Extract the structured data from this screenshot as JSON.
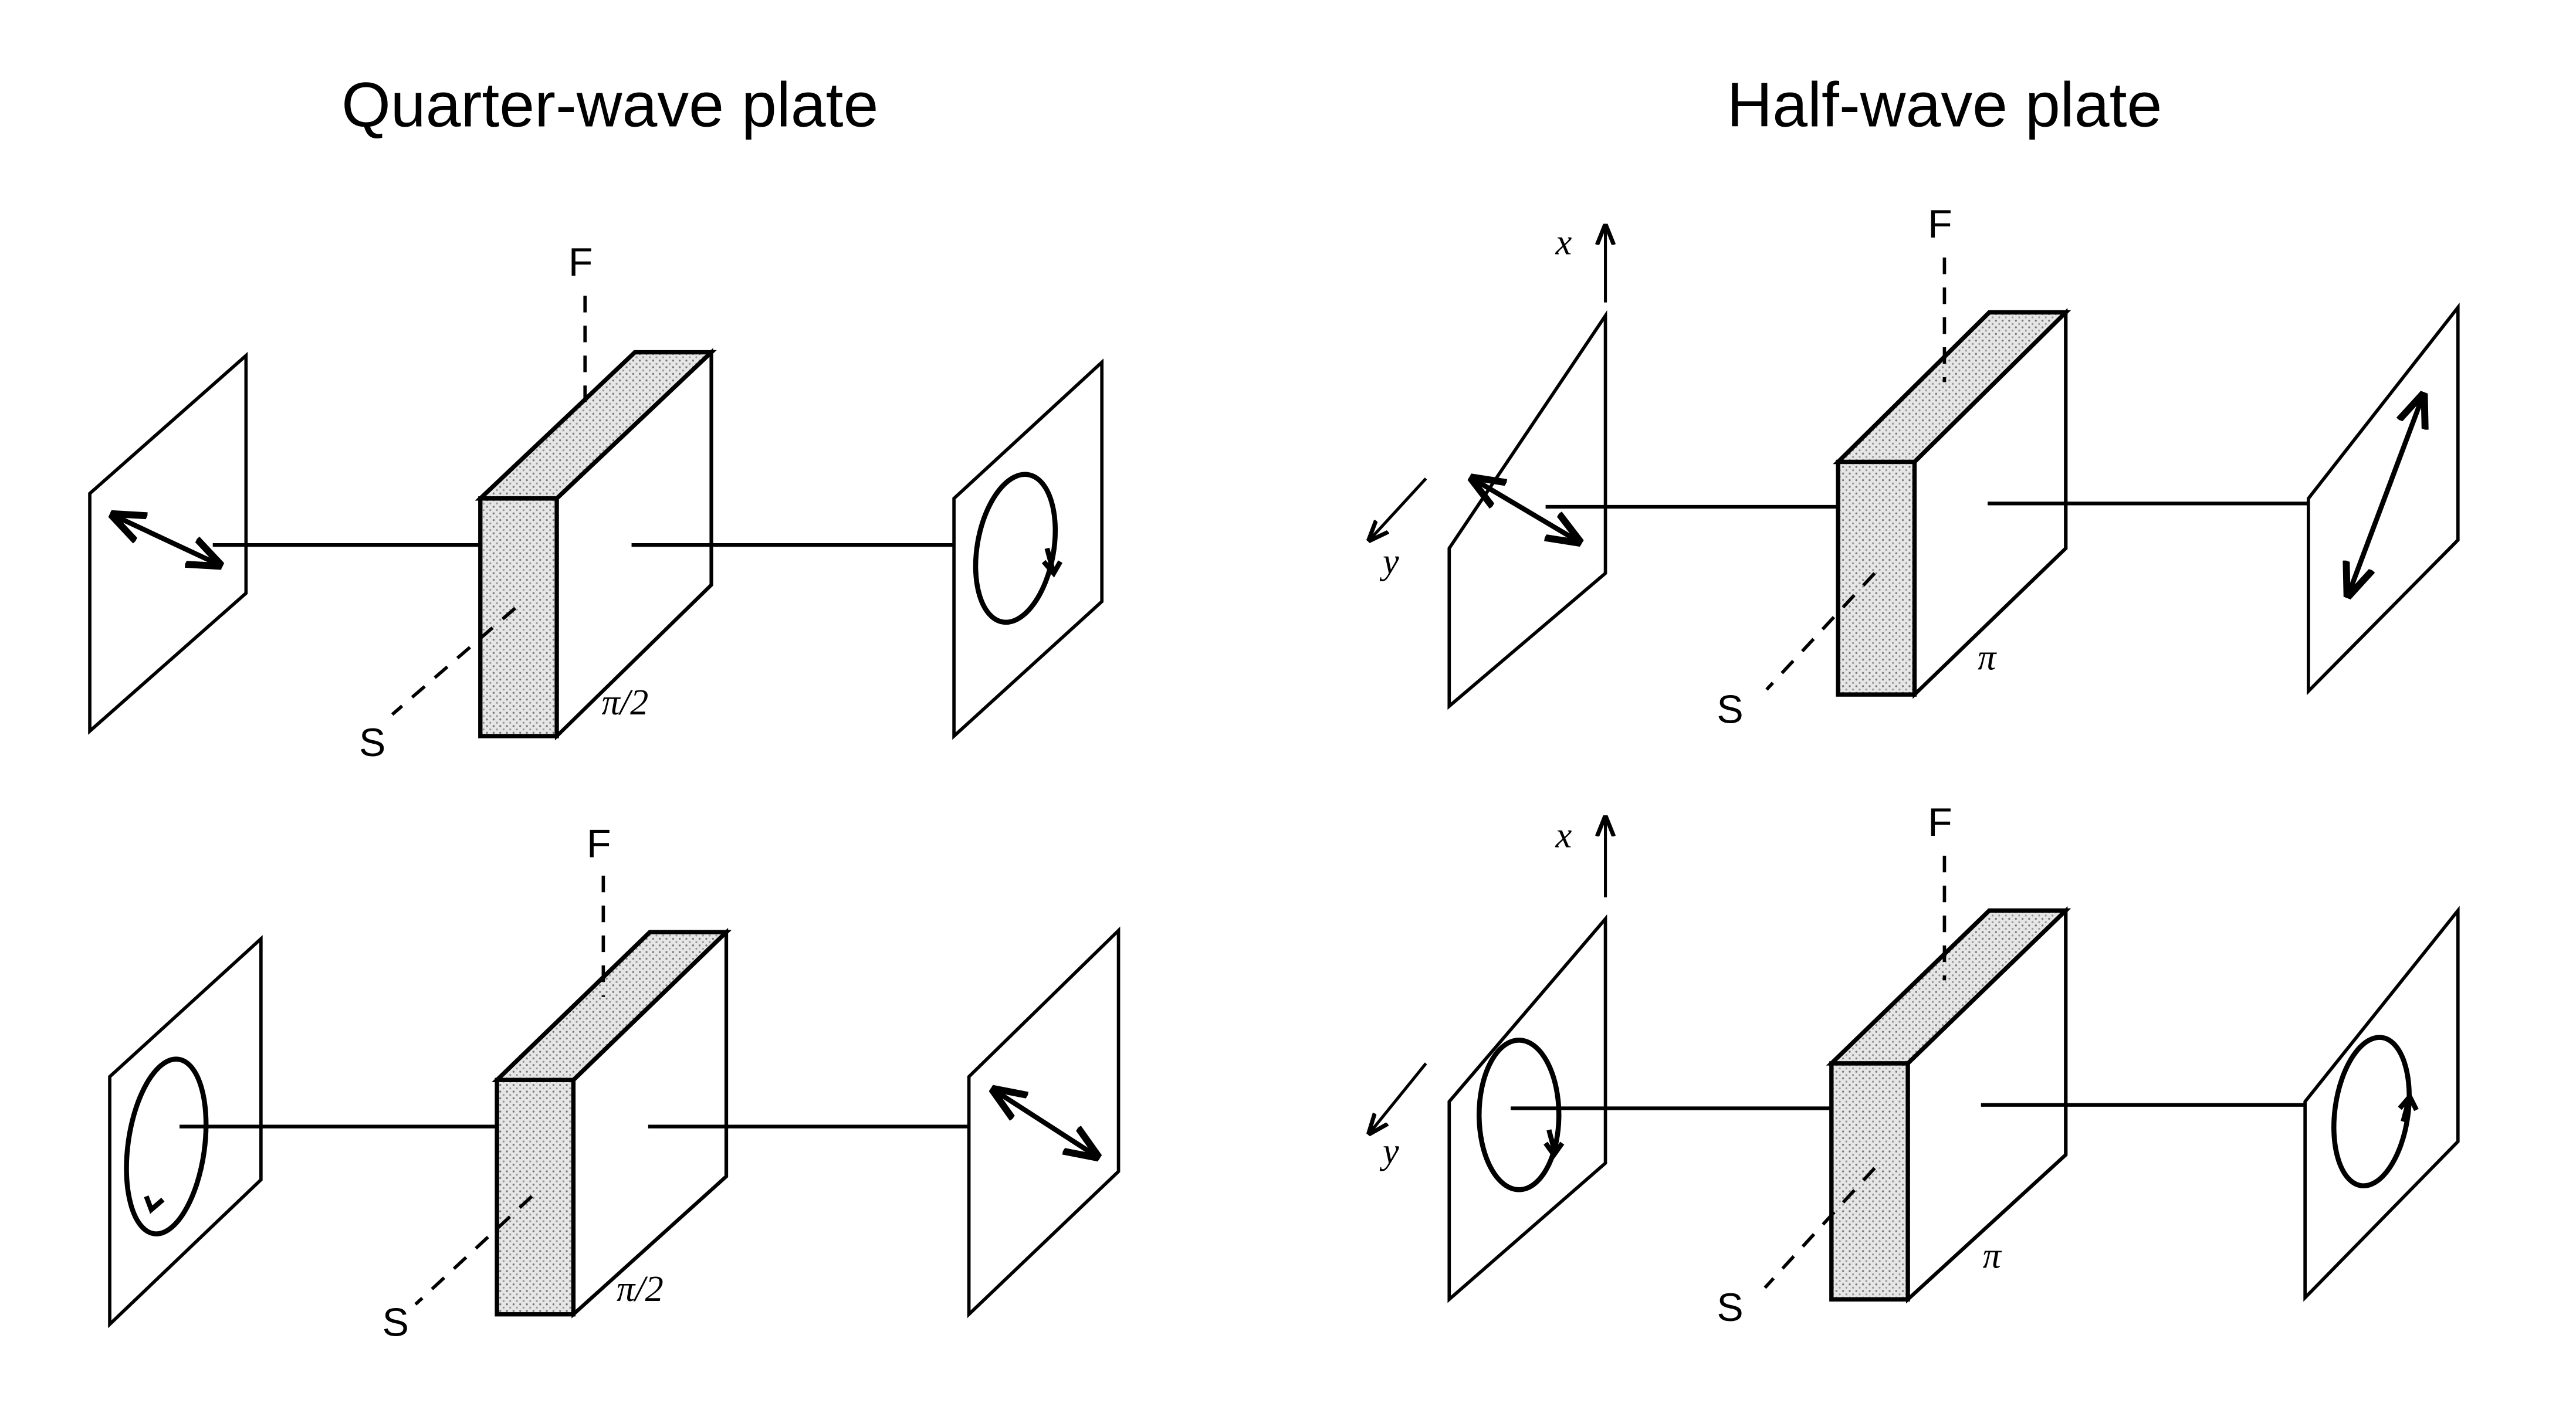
{
  "panels": {
    "quarter": {
      "title": "Quarter-wave plate",
      "top": {
        "fast_axis": "F",
        "slow_axis": "S",
        "retardation": "π/2",
        "input": "linear polarization (diagonal)",
        "output": "circular polarization"
      },
      "bottom": {
        "fast_axis": "F",
        "slow_axis": "S",
        "retardation": "π/2",
        "input": "circular polarization",
        "output": "linear polarization (diagonal)"
      }
    },
    "half": {
      "title": "Half-wave plate",
      "top": {
        "x_axis": "x",
        "y_axis": "y",
        "fast_axis": "F",
        "slow_axis": "S",
        "retardation": "π",
        "input": "linear polarization (diagonal)",
        "output": "linear polarization (rotated)"
      },
      "bottom": {
        "x_axis": "x",
        "y_axis": "y",
        "fast_axis": "F",
        "slow_axis": "S",
        "retardation": "π",
        "input": "circular polarization (one handedness)",
        "output": "circular polarization (opposite handedness)"
      }
    }
  }
}
